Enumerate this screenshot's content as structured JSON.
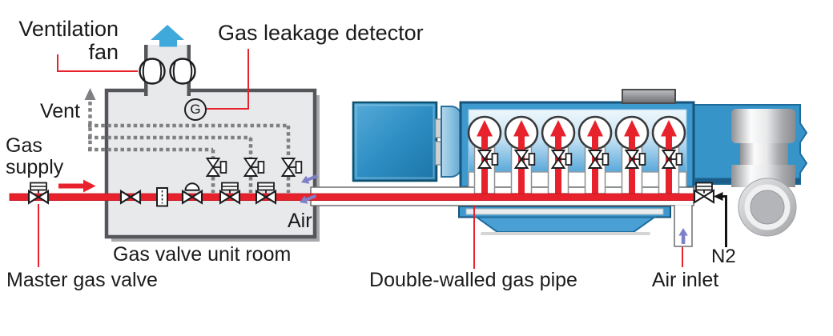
{
  "labels": {
    "ventilation_fan_line1": "Ventilation",
    "ventilation_fan_line2": "fan",
    "gas_leakage_detector": "Gas leakage detector",
    "vent": "Vent",
    "gas_supply_line1": "Gas",
    "gas_supply_line2": "supply",
    "master_gas_valve": "Master gas valve",
    "gas_valve_unit_room": "Gas valve unit room",
    "air": "Air",
    "double_walled_gas_pipe": "Double-walled gas pipe",
    "air_inlet": "Air inlet",
    "n2": "N2",
    "gas_detector_symbol": "G"
  },
  "engine": {
    "cylinder_count": 6
  },
  "colors": {
    "pipe_red": "#e8222c",
    "engine_blue": "#3e99ce",
    "generator_blue": "#2b8cc4",
    "vent_arrow_blue": "#3fa9dc",
    "air_purple": "#7f81c8",
    "room_fill": "#e8e9ea",
    "wall_gray": "#55565a",
    "dashed_vent_gray": "#7e8083",
    "metal_gray": "#c7c9cb",
    "text": "#1b1b1d"
  },
  "icons": {
    "ventilation_fan": "fan-circle",
    "gas_leakage_detector": "circled-letter",
    "shutoff_valve": "bowtie-valve",
    "actuated_valve": "bowtie-valve-with-actuator-box",
    "globe_valve": "bowtie-valve-with-dome",
    "gas_filter": "rect-with-dashed-line",
    "flow_arrow": "solid-arrow"
  }
}
